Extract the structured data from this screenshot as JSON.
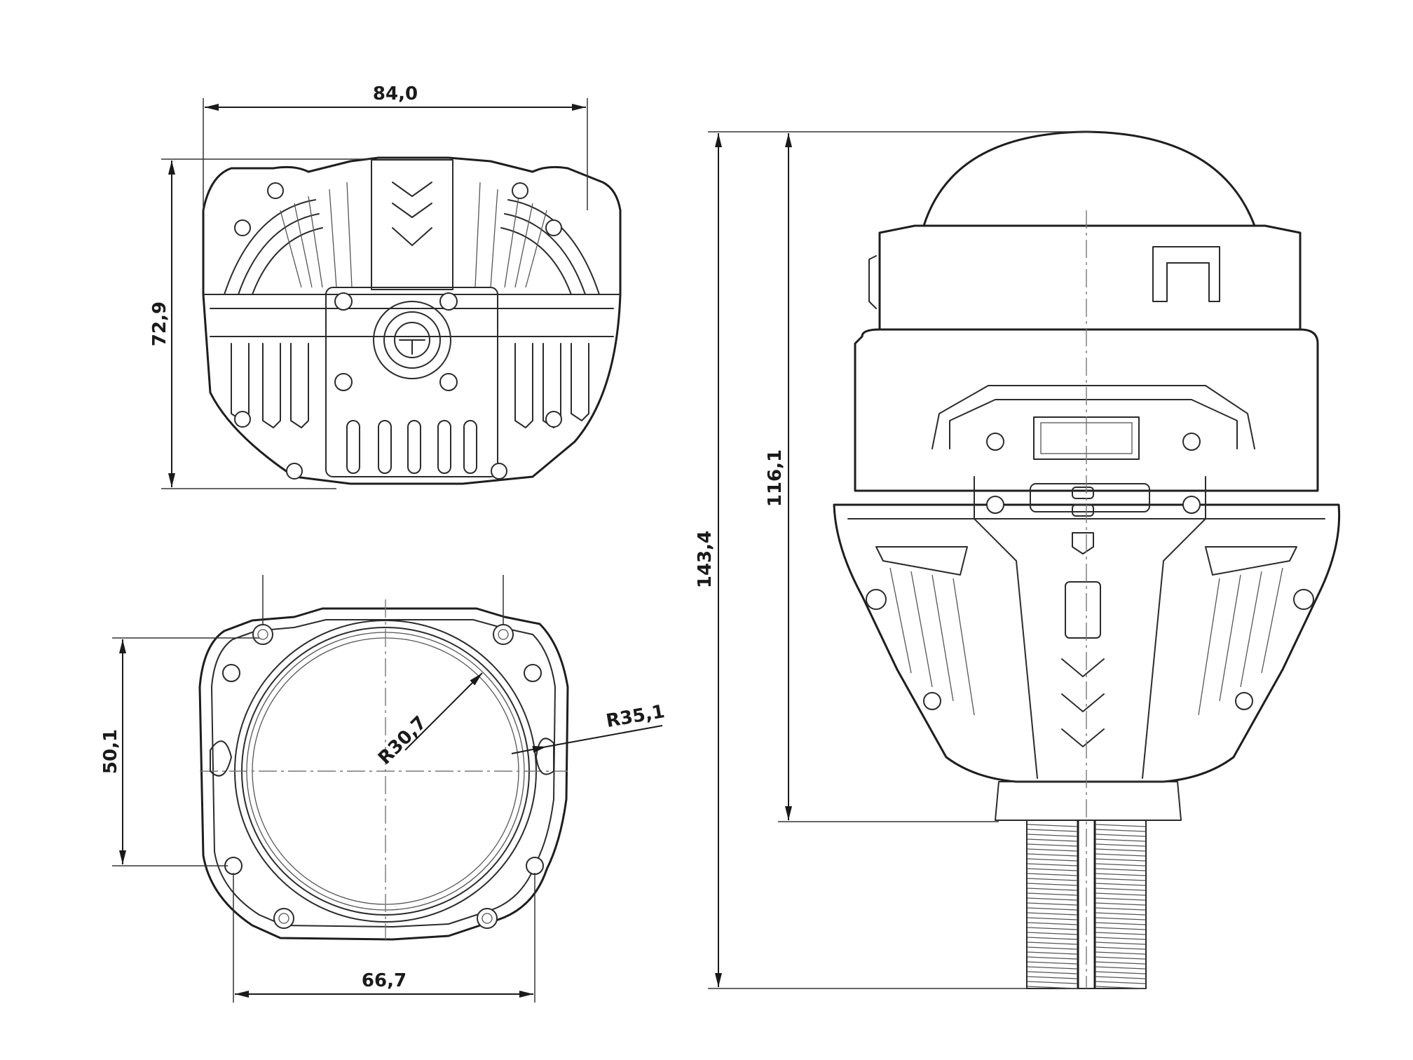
{
  "dimensions": {
    "top_view_width": "84,0",
    "top_view_height": "72,9",
    "front_view_hole_spacing_vertical": "50,1",
    "front_view_hole_spacing_horizontal": "66,7",
    "lens_radius_inner": "R30,7",
    "lens_radius_outer": "R35,1",
    "side_view_total_height": "143,4",
    "side_view_body_height": "116,1"
  },
  "colors": {
    "line": "#2b2b2b",
    "background": "#ffffff"
  }
}
